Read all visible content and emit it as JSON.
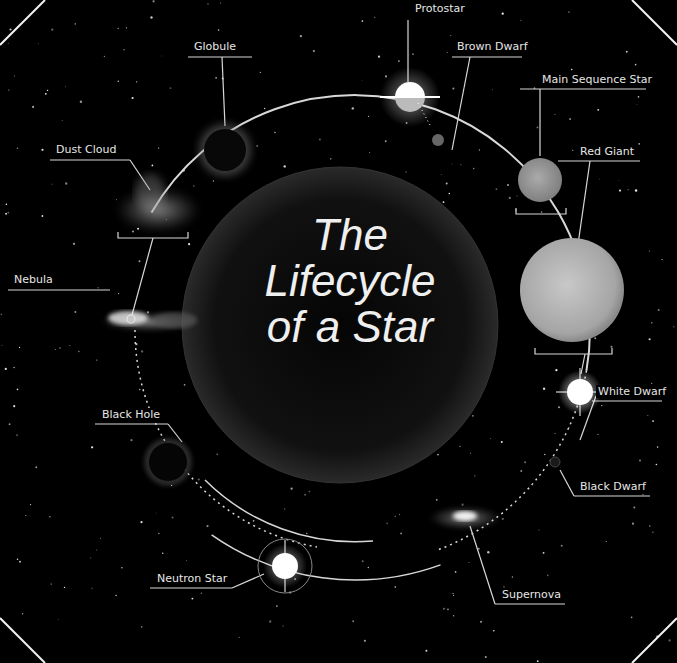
{
  "diagram": {
    "title": "The Lifecycle of a Star",
    "labels": [
      "Protostar",
      "Globule",
      "Brown Dwarf",
      "Main Sequence Star",
      "Dust Cloud",
      "Red Giant",
      "Nebula",
      "White Dwarf",
      "Black Hole",
      "Black Dwarf",
      "Neutron Star",
      "Supernova"
    ]
  }
}
